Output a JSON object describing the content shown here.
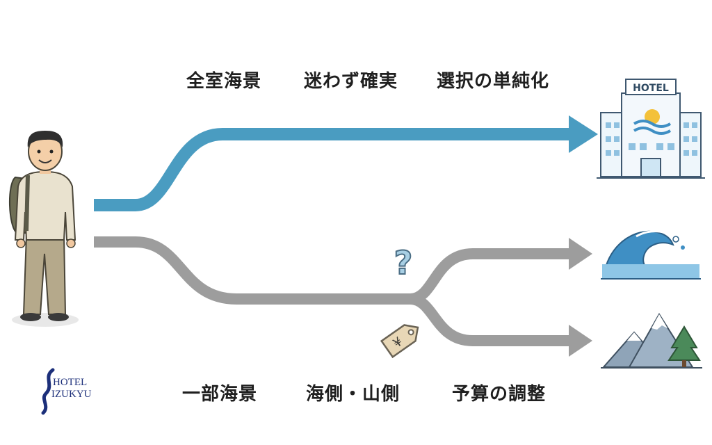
{
  "top_labels": [
    "全室海景",
    "迷わず確実",
    "選択の単純化"
  ],
  "bottom_labels": [
    "一部海景",
    "海側・山側",
    "予算の調整"
  ],
  "hotel_sign": "HOTEL",
  "question_mark": "?",
  "price_tag_symbol": "¥",
  "logo": {
    "line1": "HOTEL",
    "line2": "IZUKYU"
  },
  "colors": {
    "top_path": "#4a9cc1",
    "bottom_path": "#9d9d9d",
    "logo": "#1c2f7a"
  }
}
